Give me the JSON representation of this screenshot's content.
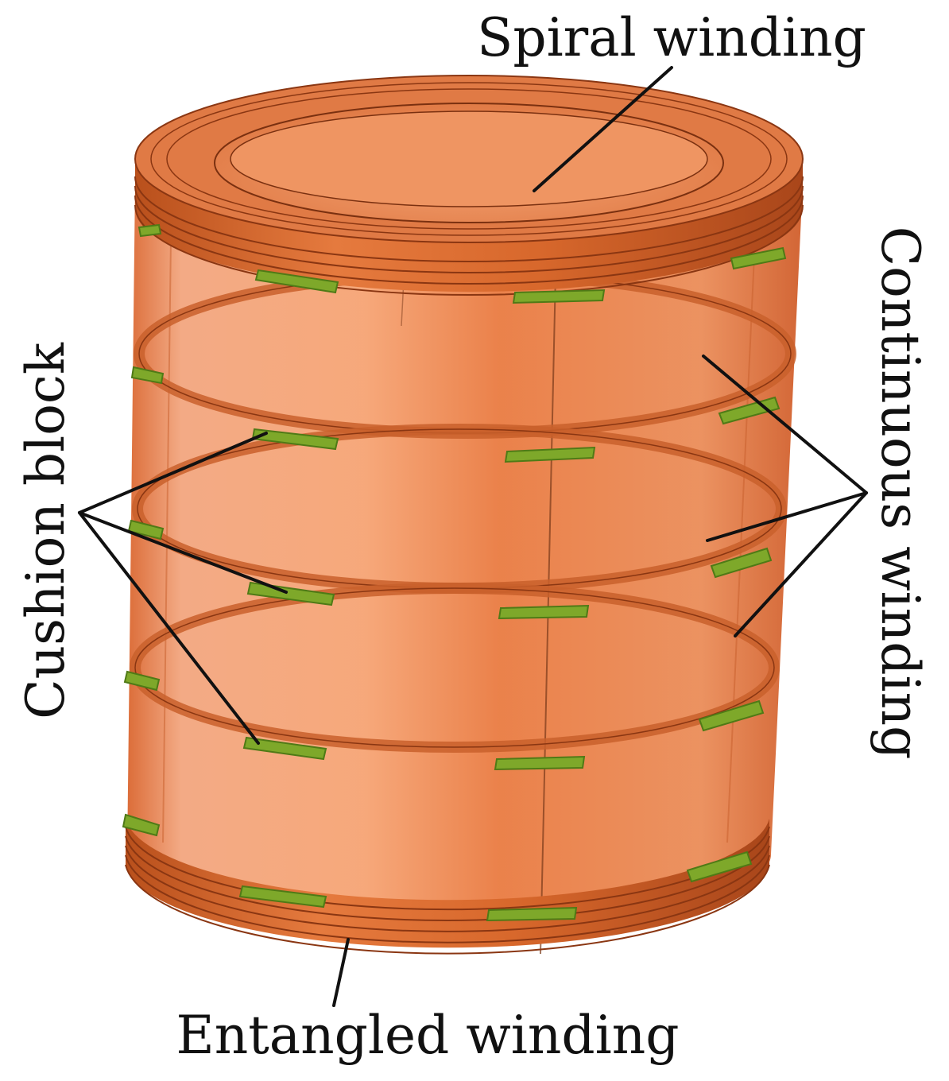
{
  "labels": {
    "spiral": "Spiral winding",
    "continuous": "Continuous winding",
    "cushion": "Cushion block",
    "entangled": "Entangled winding"
  },
  "colors": {
    "copper_light": "#f0a06a",
    "copper_mid": "#e8783c",
    "copper_dark": "#b9501c",
    "copper_rim": "#c8581f",
    "block_green": "#7ea82a",
    "block_dark": "#4f7a16",
    "line": "#111111"
  }
}
